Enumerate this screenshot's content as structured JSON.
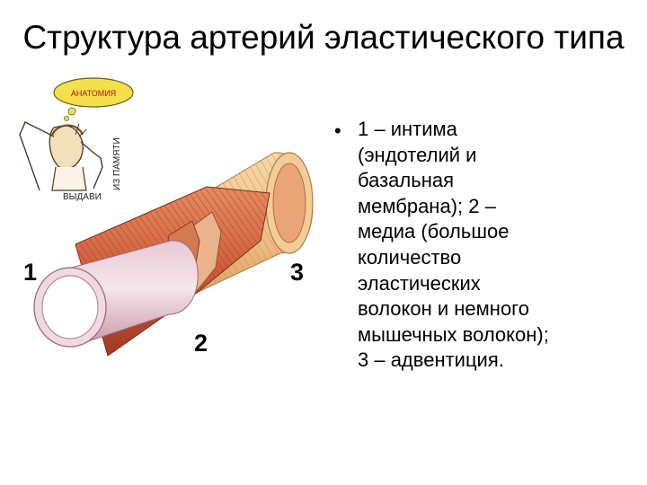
{
  "title": "Структура артерий эластического типа",
  "cartoon": {
    "bubble_text": "АНАТОМИЯ",
    "caption_vertical": "ИЗ ПАМЯТИ",
    "caption_bottom": "ВЫДАВИ"
  },
  "labels": {
    "intima_num": "1",
    "media_num": "2",
    "adventitia_num": "3"
  },
  "bullet": {
    "marker": "•",
    "text": "1 – интима\n(эндотелий и\nбазальная\nмембрана); 2 –\nмедиа (большое\nколичество\nэластических\nволокон и немного\nмышечных волокон);\n3 – адвентиция."
  }
}
